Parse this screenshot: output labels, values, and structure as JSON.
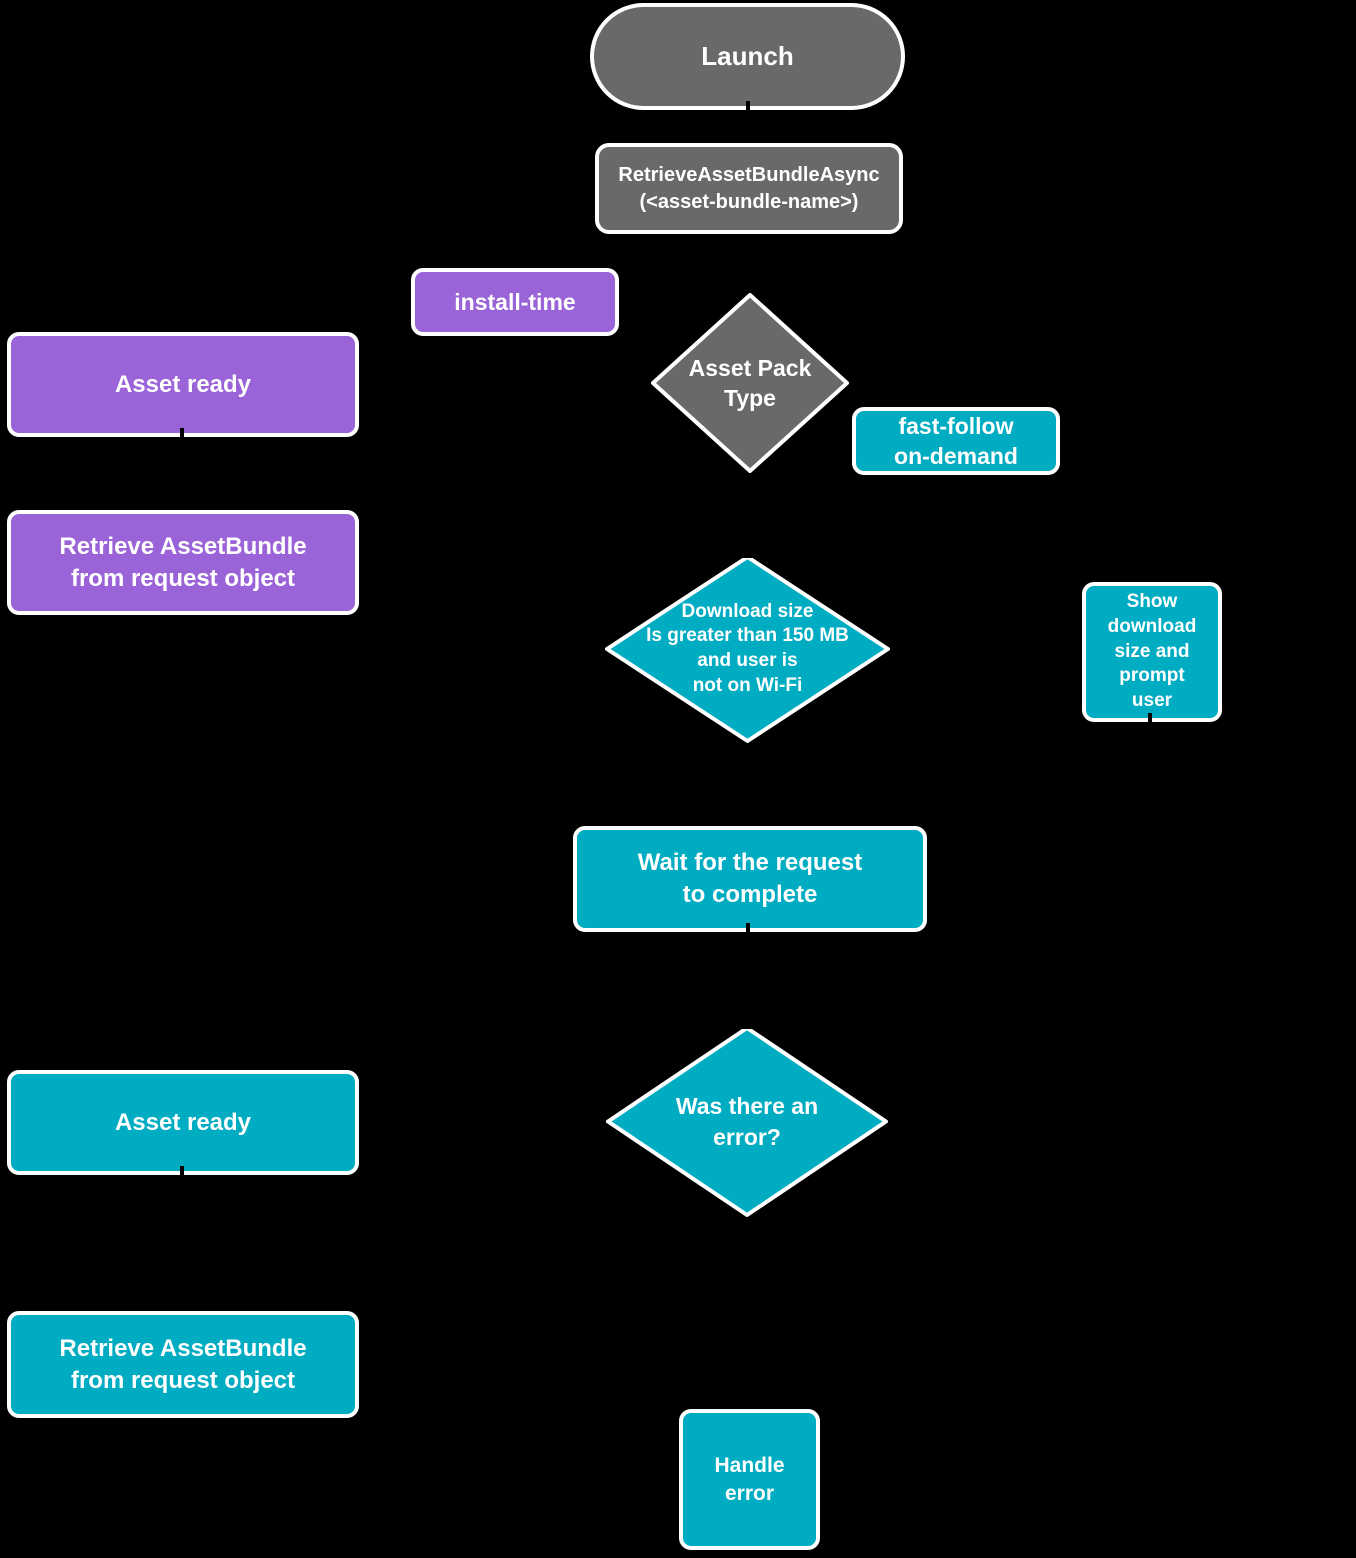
{
  "diagram": {
    "type": "flowchart",
    "description": "Play Asset Delivery / AssetBundle retrieval flow"
  },
  "colors": {
    "bg": "#000000",
    "gray": "#696969",
    "purple": "#9a64d8",
    "teal": "#00acc1",
    "border": "#ffffff",
    "text": "#ffffff",
    "connector": "#000000"
  },
  "nodes": {
    "launch": {
      "label": "Launch",
      "shape": "pill",
      "color": "gray"
    },
    "retrieve_async": {
      "label": "RetrieveAssetBundleAsync\n(<asset-bundle-name>)",
      "shape": "rect",
      "color": "gray"
    },
    "install_time": {
      "label": "install-time",
      "shape": "rect",
      "color": "purple"
    },
    "asset_pack_type": {
      "label": "Asset Pack\nType",
      "shape": "diamond",
      "color": "gray"
    },
    "asset_ready_install": {
      "label": "Asset ready",
      "shape": "rect",
      "color": "purple"
    },
    "retrieve_bundle_install": {
      "label": "Retrieve AssetBundle\nfrom request object",
      "shape": "rect",
      "color": "purple"
    },
    "fast_follow": {
      "label": "fast-follow\non-demand",
      "shape": "rect",
      "color": "teal"
    },
    "download_size_check": {
      "label": "Download size\nIs greater than 150 MB\nand user is\nnot on Wi-Fi",
      "shape": "diamond",
      "color": "teal"
    },
    "show_download_prompt": {
      "label": "Show\ndownload\nsize and\nprompt\nuser",
      "shape": "rect",
      "color": "teal"
    },
    "wait_request": {
      "label": "Wait for the request\nto complete",
      "shape": "rect",
      "color": "teal"
    },
    "error_check": {
      "label": "Was there an\nerror?",
      "shape": "diamond",
      "color": "teal"
    },
    "asset_ready_download": {
      "label": "Asset ready",
      "shape": "rect",
      "color": "teal"
    },
    "retrieve_bundle_download": {
      "label": "Retrieve AssetBundle\nfrom request object",
      "shape": "rect",
      "color": "teal"
    },
    "handle_error": {
      "label": "Handle\nerror",
      "shape": "rect",
      "color": "teal"
    }
  }
}
